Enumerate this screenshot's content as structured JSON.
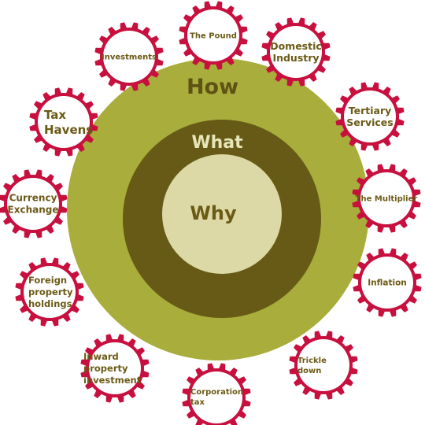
{
  "circles": {
    "outer_label": "How",
    "middle_label": "What",
    "inner_label": "Why",
    "colors": {
      "outer": "#a8ad3c",
      "middle": "#665a16",
      "inner": "#dcd9a6",
      "outer_text": "#5f5215",
      "middle_text": "#e6e6b8",
      "inner_text": "#6b5a16"
    }
  },
  "gear_colors": {
    "ring": "#c8103f",
    "fill": "#ffffff",
    "text": "#6b5a16"
  },
  "gears": [
    {
      "id": "the-pound",
      "lines": [
        "The Pound"
      ]
    },
    {
      "id": "domestic-industry",
      "lines": [
        "Domestic",
        "Industry"
      ]
    },
    {
      "id": "tertiary-services",
      "lines": [
        "Tertiary",
        "Services"
      ]
    },
    {
      "id": "the-multiplier",
      "lines": [
        "The Multiplier"
      ]
    },
    {
      "id": "inflation",
      "lines": [
        "Inflation"
      ]
    },
    {
      "id": "trickle-down",
      "lines": [
        "Trickle",
        "down"
      ]
    },
    {
      "id": "corporation-tax",
      "lines": [
        "Corporation",
        "tax"
      ]
    },
    {
      "id": "inward-property-investment",
      "lines": [
        "Inward",
        "property",
        "investment"
      ]
    },
    {
      "id": "foreign-property-holdings",
      "lines": [
        "Foreign",
        "property",
        "holdings"
      ]
    },
    {
      "id": "currency-exchange",
      "lines": [
        "Currency",
        "Exchange"
      ]
    },
    {
      "id": "tax-havens",
      "lines": [
        "Tax",
        "Havens"
      ]
    },
    {
      "id": "investments",
      "lines": [
        "Investments"
      ]
    }
  ]
}
